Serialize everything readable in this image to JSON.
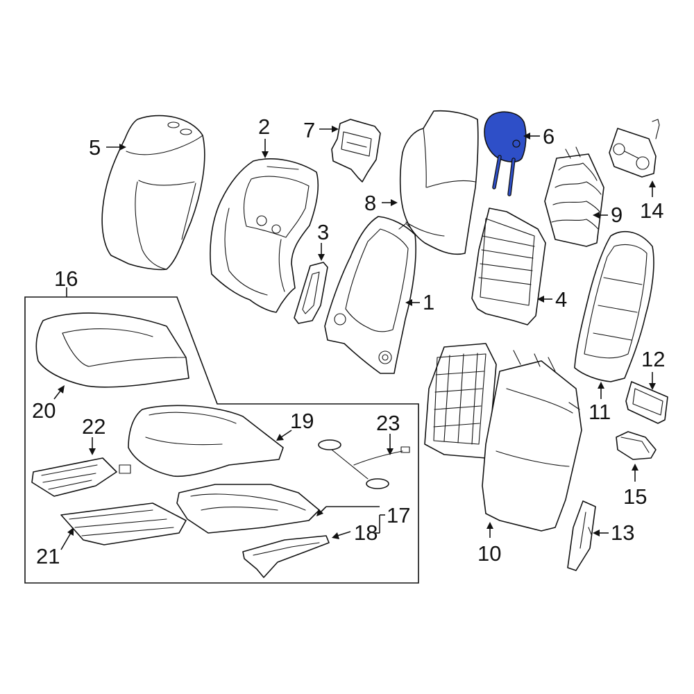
{
  "highlight_color": "#2e4fc8",
  "callouts": {
    "c1": "1",
    "c2": "2",
    "c3": "3",
    "c4": "4",
    "c5": "5",
    "c6": "6",
    "c7": "7",
    "c8": "8",
    "c9": "9",
    "c10": "10",
    "c11": "11",
    "c12": "12",
    "c13": "13",
    "c14": "14",
    "c15": "15",
    "c16": "16",
    "c17": "17",
    "c18": "18",
    "c19": "19",
    "c20": "20",
    "c21": "21",
    "c22": "22",
    "c23": "23"
  },
  "highlighted_part": "6"
}
